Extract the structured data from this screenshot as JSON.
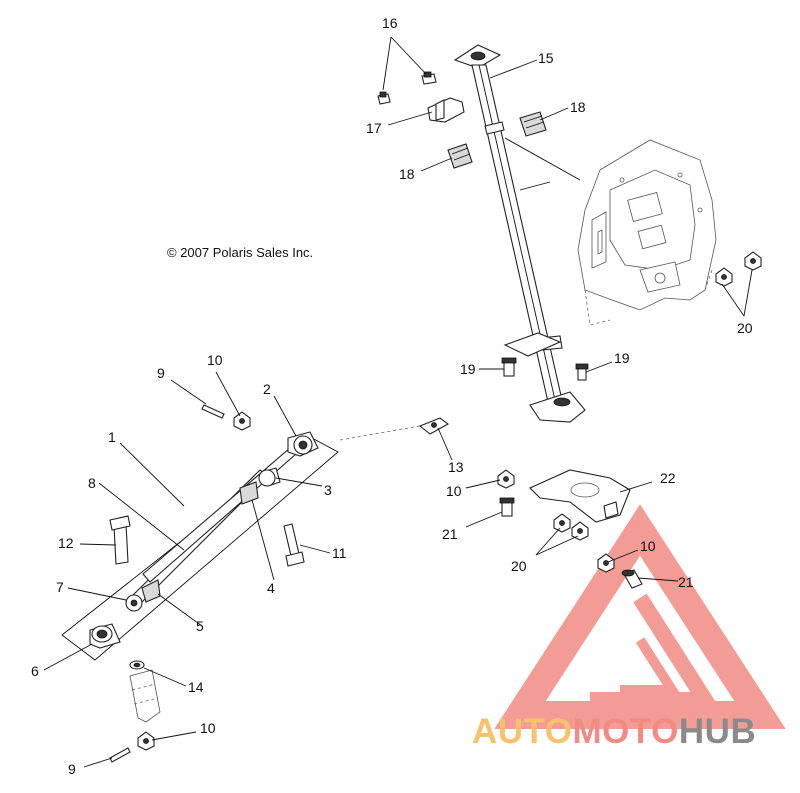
{
  "copyright": "© 2007 Polaris Sales Inc.",
  "callouts": {
    "c1": "1",
    "c2": "2",
    "c3": "3",
    "c4": "4",
    "c5": "5",
    "c6": "6",
    "c7": "7",
    "c8": "8",
    "c9a": "9",
    "c9b": "9",
    "c10a": "10",
    "c10b": "10",
    "c10c": "10",
    "c10d": "10",
    "c11": "11",
    "c12": "12",
    "c13": "13",
    "c14": "14",
    "c15": "15",
    "c16": "16",
    "c17": "17",
    "c18a": "18",
    "c18b": "18",
    "c19a": "19",
    "c19b": "19",
    "c20a": "20",
    "c20b": "20",
    "c21a": "21",
    "c21b": "21",
    "c22": "22"
  },
  "watermark": {
    "part1": "AUTO",
    "part2": "MOTO",
    "part3": "HUB",
    "color_orange": "#f7c26b",
    "color_red": "#f28b84",
    "color_gray": "#8a8a8a"
  }
}
